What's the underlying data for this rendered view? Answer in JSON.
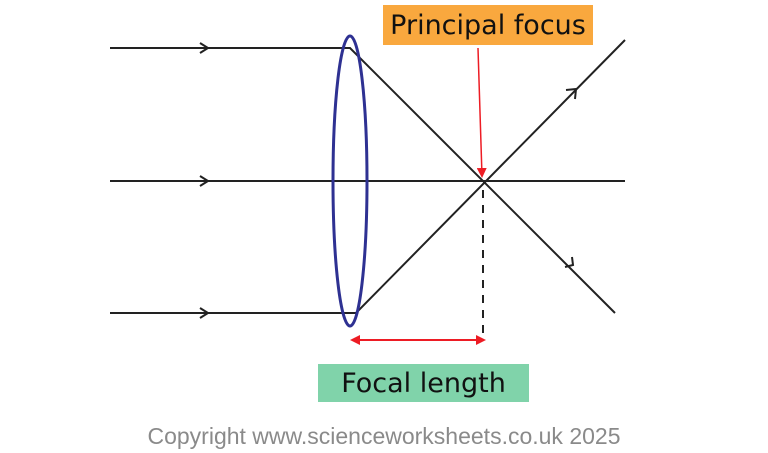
{
  "labels": {
    "principal_focus": "Principal focus",
    "focal_length": "Focal length"
  },
  "copyright": "Copyright www.scienceworksheets.co.uk 2025",
  "colors": {
    "lens": "#2e3192",
    "pointer": "#ed1c24",
    "principal_focus_bg": "#f9a83e",
    "focal_length_bg": "#80d3aa",
    "rays": "#222222"
  }
}
